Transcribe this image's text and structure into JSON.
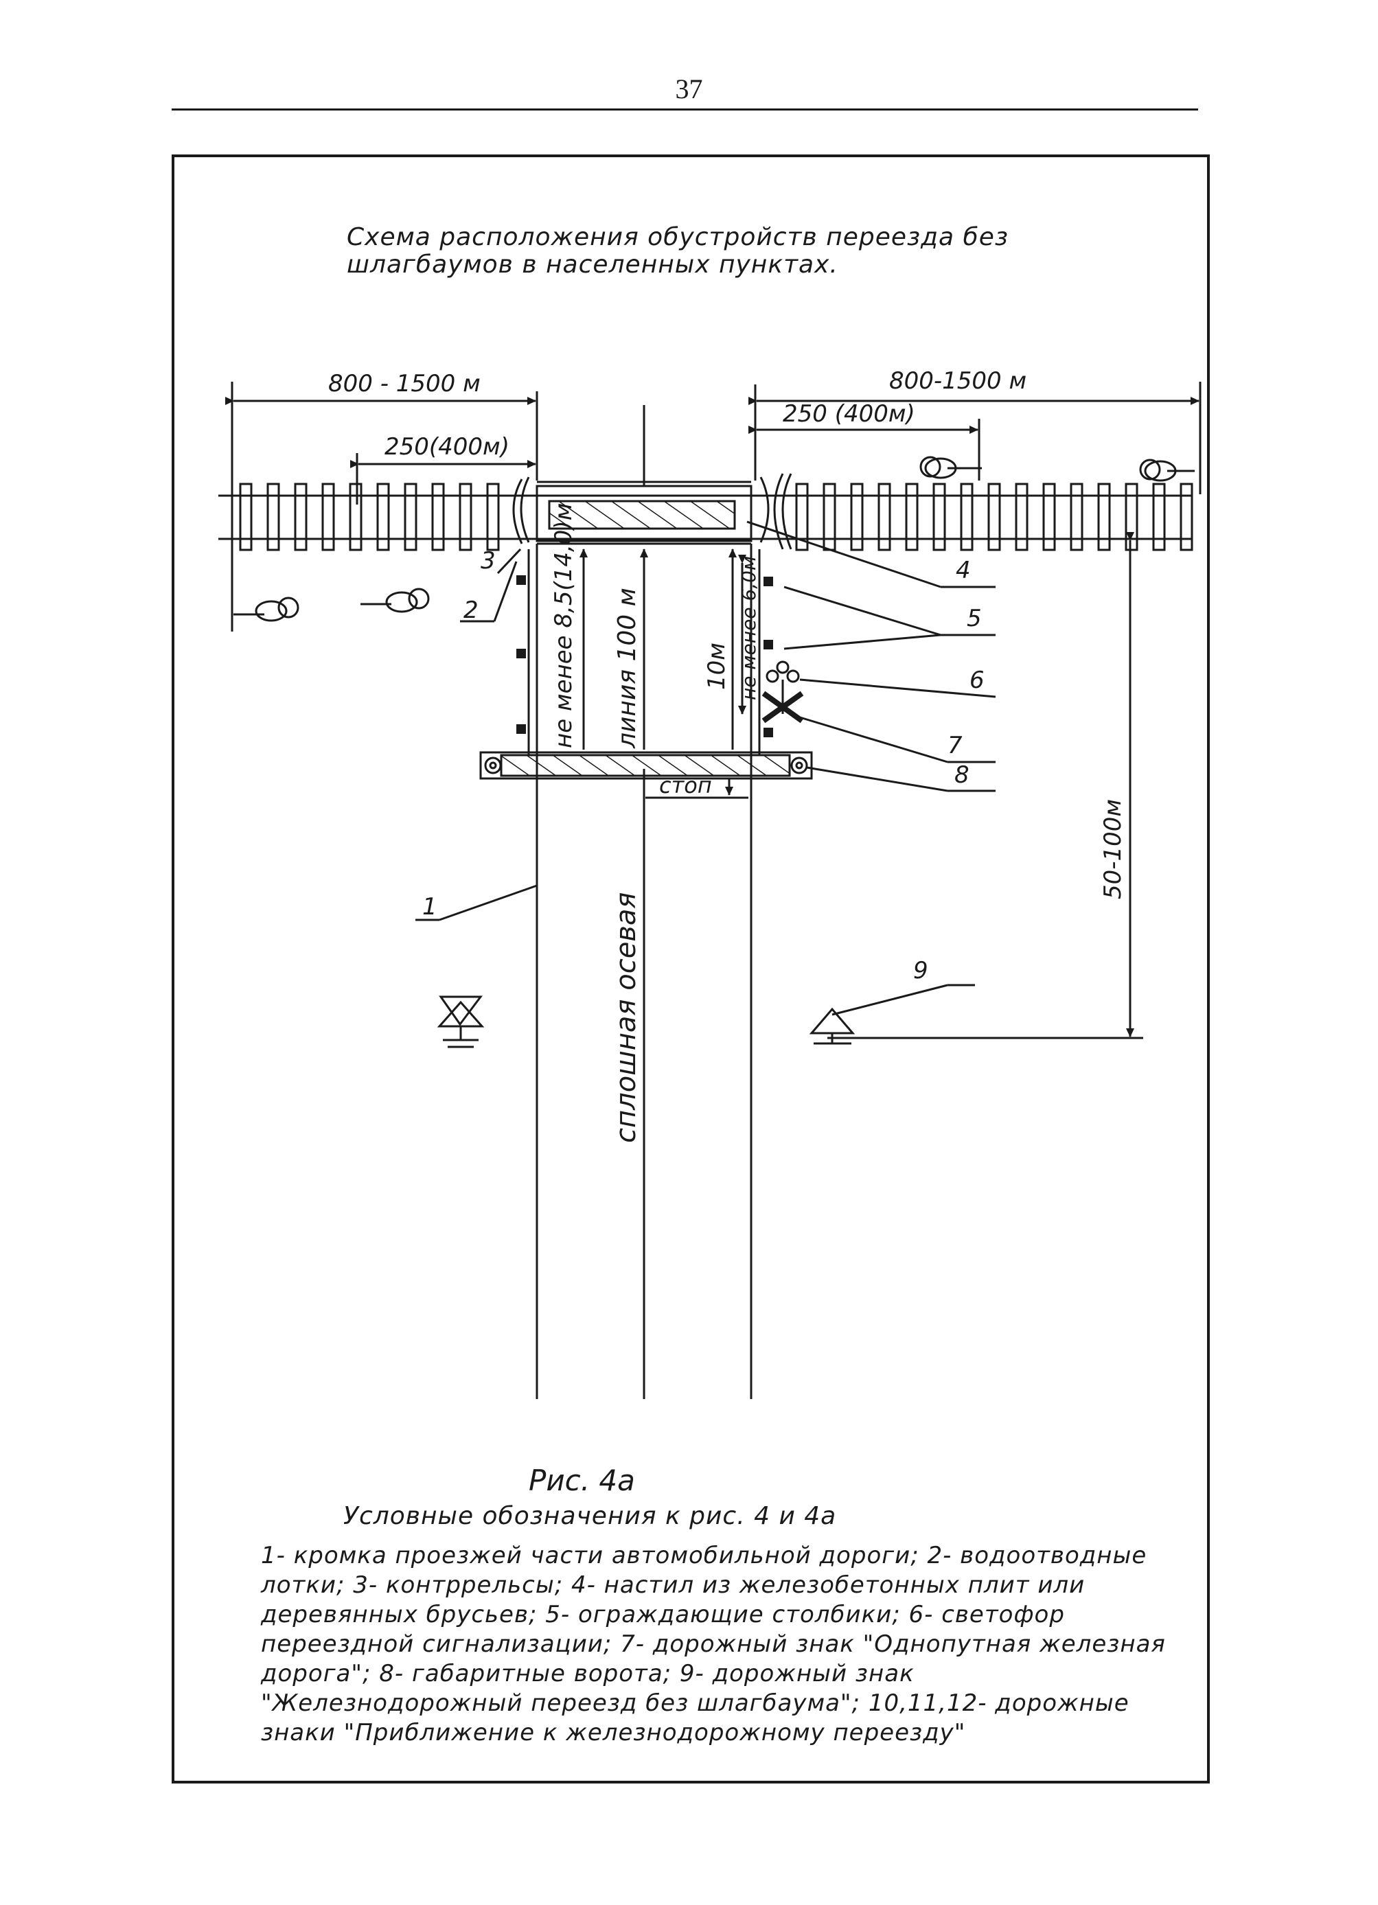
{
  "page": {
    "number": "37"
  },
  "title": "Схема расположения обустройств переезда без шлагбаумов в населенных пунктах.",
  "dimensions": {
    "left_outer": "800 - 1500 м",
    "left_inner": "250(400м)",
    "right_outer": "800-1500 м",
    "right_inner": "250 (400м)",
    "min_left": "не менее 8,5(14,0)м",
    "axis_100": "линия 100 м",
    "ten_m": "10м",
    "min_right": "не менее 6,0м",
    "right_vertical": "50-100м"
  },
  "road": {
    "centerline_label": "сплошная осевая",
    "stop_label": "стоп"
  },
  "callouts": [
    "1",
    "2",
    "3",
    "4",
    "5",
    "6",
    "7",
    "8",
    "9"
  ],
  "caption": "Рис. 4а",
  "legend": {
    "title": "Условные обозначения к рис. 4 и 4а",
    "text": "1- кромка проезжей части автомобильной дороги; 2- водоотводные лотки; 3- контррельсы; 4- настил из железобетонных плит или деревянных брусьев; 5- ограждающие столбики; 6- светофор переездной сигнализации; 7- дорожный знак \"Однопутная железная дорога\"; 8- габаритные ворота; 9- дорожный знак \"Железнодорожный переезд без шлагбаума\"; 10,11,12- дорожные знаки \"Приближение к железнодорожному переезду\""
  },
  "colors": {
    "ink": "#1a1a1a",
    "paper": "#ffffff"
  }
}
